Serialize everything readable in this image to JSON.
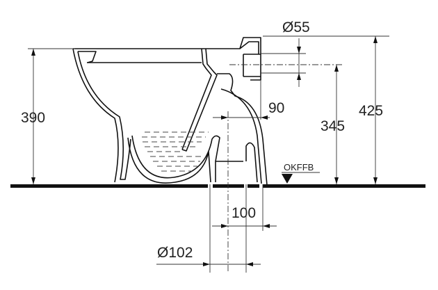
{
  "dimensions": {
    "height_rim": "390",
    "height_total": "425",
    "height_outlet_center": "345",
    "outlet_diameter": "Ø55",
    "outlet_offset": "90",
    "floor_outlet_offset": "100",
    "floor_outlet_diameter": "Ø102"
  },
  "floor_reference_label": "OKFFB",
  "colors": {
    "line": "#111111",
    "background": "#ffffff"
  }
}
